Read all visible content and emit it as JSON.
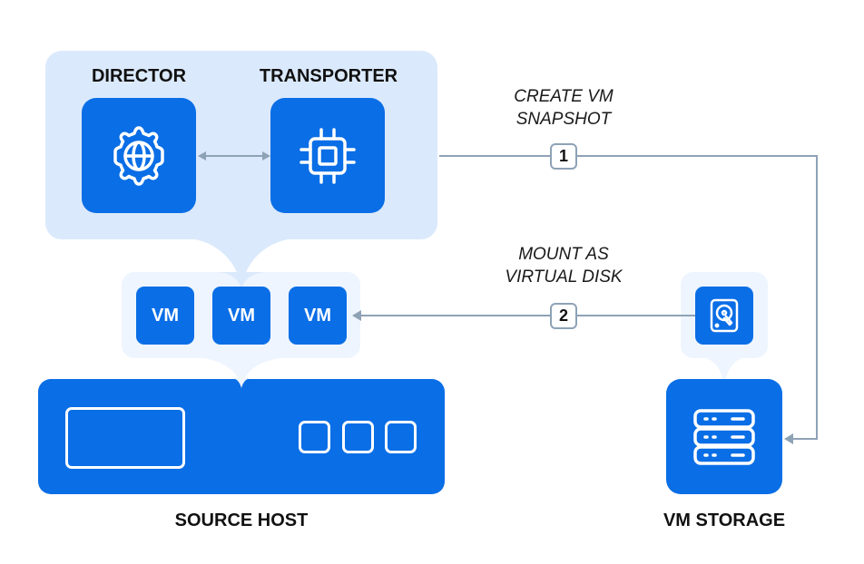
{
  "colors": {
    "tile_blue": "#0a6ee6",
    "panel_light": "#dbe9fc",
    "panel_lighter": "#eef5fe",
    "connector": "#8ea2b6",
    "text_dark": "#111111"
  },
  "components": {
    "director": {
      "label": "DIRECTOR",
      "icon": "gear-globe-icon"
    },
    "transporter": {
      "label": "TRANSPORTER",
      "icon": "cpu-chip-icon"
    },
    "vms": [
      {
        "label": "VM"
      },
      {
        "label": "VM"
      },
      {
        "label": "VM"
      }
    ],
    "source_host": {
      "label": "SOURCE HOST"
    },
    "disk": {
      "icon": "hard-disk-icon"
    },
    "vm_storage": {
      "label": "VM STORAGE",
      "icon": "server-stack-icon"
    }
  },
  "steps": [
    {
      "number": "1",
      "line1": "CREATE VM",
      "line2": "SNAPSHOT"
    },
    {
      "number": "2",
      "line1": "MOUNT AS",
      "line2": "VIRTUAL DISK"
    }
  ]
}
